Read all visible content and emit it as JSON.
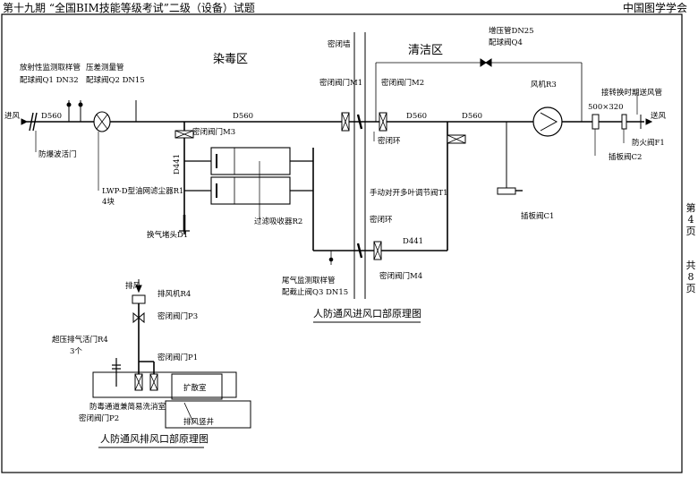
{
  "header": {
    "title": "第十九期 “全国BIM技能等级考试”二级（设备）试题",
    "org": "中国图学学会"
  },
  "pagination": {
    "page_label": "第",
    "page_num": "4",
    "page_unit": "页",
    "total_label": "共",
    "total_num": "8",
    "total_unit": "页"
  },
  "zones": {
    "contaminated": "染毒区",
    "clean": "清洁区"
  },
  "intake": {
    "caption": "人防通风进风口部原理图",
    "labels": {
      "inlet": "进风",
      "outlet": "送风",
      "blast_valve": "防爆波活门",
      "radiation_pipe": "放射性监测取样管",
      "ball_valve_q1": "配球阀Q1 DN32",
      "pressure_pipe": "压差测量管",
      "ball_valve_q2": "配球阀Q2 DN15",
      "d560_a": "D560",
      "d560_b": "D560",
      "d560_c": "D560",
      "d560_d": "D560",
      "airtight_wall": "密闭墙",
      "valve_m1": "密闭阀门M1",
      "valve_m2": "密闭阀门M2",
      "valve_m3": "密闭阀门M3",
      "valve_m4": "密闭阀门M4",
      "airtight_ring_a": "密闭环",
      "airtight_ring_b": "密闭环",
      "booster_pipe": "增压管DN25",
      "ball_valve_q4": "配球阀Q4",
      "fan_r3": "风机R3",
      "duct_size": "500×320",
      "flexible_joint": "接转换时期送风管",
      "fire_damper": "防火阀F1",
      "insert_plate_c2": "插板阀C2",
      "insert_plate_c1": "插板阀C1",
      "regulating_valve": "手动对开多叶调节阀T1",
      "d441_a": "D441",
      "d441_b": "D441",
      "oil_filter": "LWP-D型油网滤尘器R1",
      "oil_filter_qty": "4块",
      "filter_absorber": "过滤吸收器R2",
      "air_change": "换气堵头D1",
      "tail_gas_pipe": "尾气监测取样管",
      "stop_valve_q3": "配截止阀Q3 DN15"
    }
  },
  "exhaust": {
    "caption": "人防通风排风口部原理图",
    "labels": {
      "exhaust_in": "排风",
      "fan_r4": "排风机R4",
      "valve_p3": "密闭阀门P3",
      "over_pressure": "超压排气活门R4",
      "over_pressure_qty": "3个",
      "valve_p1": "密闭阀门P1",
      "valve_p2": "密闭阀门P2",
      "expansion_room": "扩散室",
      "decon_room": "防毒通道兼简易洗消室",
      "exhaust_shaft": "排风竖井"
    }
  }
}
